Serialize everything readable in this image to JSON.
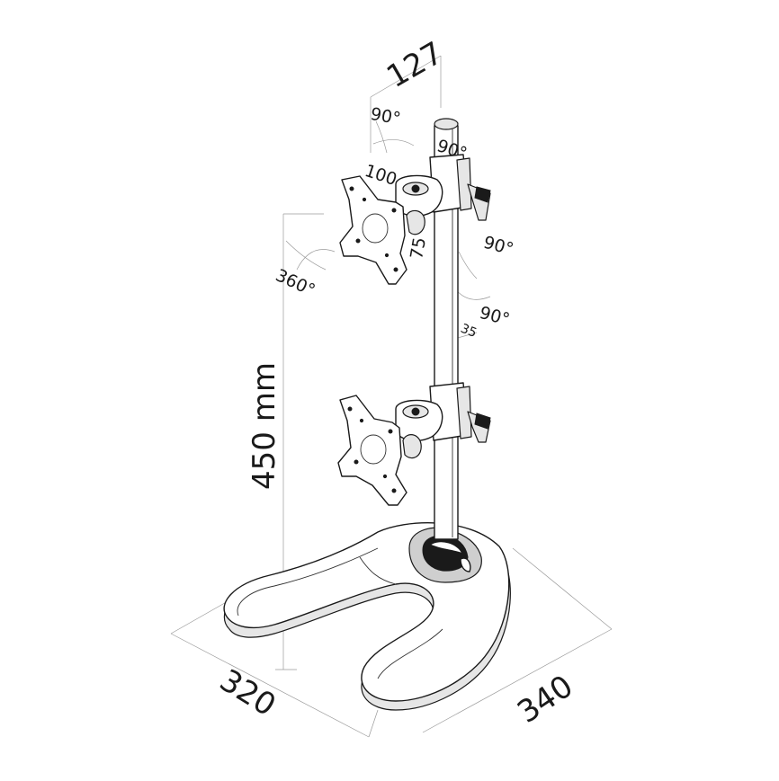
{
  "dimensions": {
    "top_width": "127",
    "height": "450 mm",
    "base_depth": "320",
    "base_width": "340",
    "vesa_horizontal": "100",
    "vesa_vertical": "75",
    "arm_offset": "35"
  },
  "angles": {
    "tilt_top": "90°",
    "swivel_pole": "90°",
    "rotation": "360°",
    "tilt_side": "90°",
    "swivel_side": "90°"
  },
  "colors": {
    "ink": "#1a1a1a",
    "dimension_line": "#9a9a9a",
    "shade": "#e6e6e6"
  }
}
